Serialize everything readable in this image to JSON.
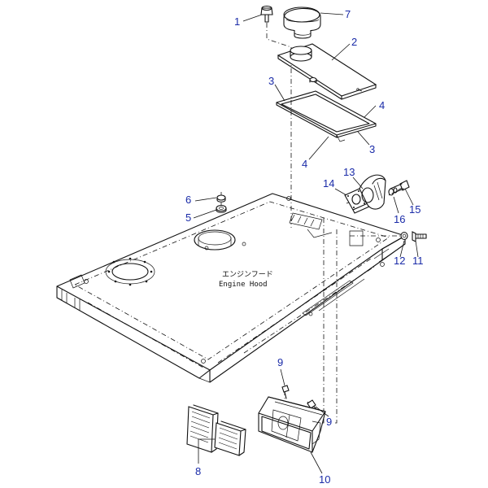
{
  "diagram": {
    "label_color": "#1a2ba8",
    "line_color": "#111111",
    "hood_label_jp": "エンジンフード",
    "hood_label_en": "Engine Hood",
    "callouts": {
      "c1": "1",
      "c2": "2",
      "c3a": "3",
      "c3b": "3",
      "c4a": "4",
      "c4b": "4",
      "c5": "5",
      "c6": "6",
      "c7": "7",
      "c8": "8",
      "c9a": "9",
      "c9b": "9",
      "c10": "10",
      "c11": "11",
      "c12": "12",
      "c13": "13",
      "c14": "14",
      "c15": "15",
      "c16": "16"
    }
  }
}
